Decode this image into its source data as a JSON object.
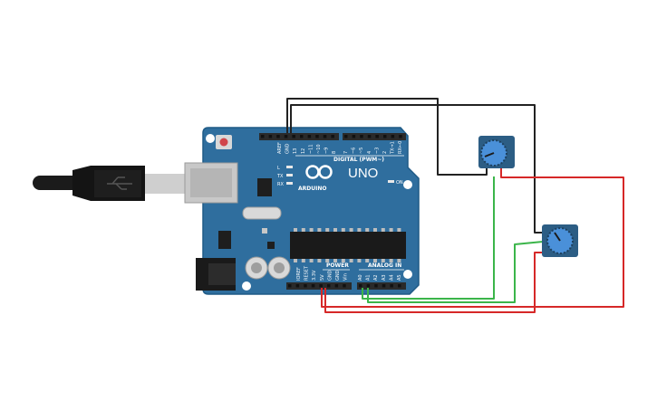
{
  "board": {
    "brand": "ARDUINO",
    "model": "UNO",
    "digital_header_label": "DIGITAL (PWM~)",
    "power_header_label": "POWER",
    "analog_header_label": "ANALOG IN",
    "on_led_label": "ON",
    "led_labels": [
      "L",
      "TX",
      "RX"
    ],
    "digital_pins_top": [
      "AREF",
      "GND",
      "13",
      "12",
      "~11",
      "~10",
      "~9",
      "8"
    ],
    "digital_pins_bottom": [
      "7",
      "~6",
      "~5",
      "4",
      "~3",
      "2",
      "TX→1",
      "RX←0"
    ],
    "power_pins": [
      "IOREF",
      "RESET",
      "3.3V",
      "5V",
      "GND",
      "GND",
      "Vin"
    ],
    "analog_pins": [
      "A0",
      "A1",
      "A2",
      "A3",
      "A4",
      "A5"
    ]
  },
  "components": {
    "usb_cable": "usb-b-cable",
    "potentiometers": [
      "potentiometer-1",
      "potentiometer-2"
    ]
  },
  "colors": {
    "board": "#2f6e9e",
    "board_edge": "#1f5a86",
    "header": "#2a2a2a",
    "wire_ground": "#222222",
    "wire_power": "#d62828",
    "wire_signal": "#3bb54a",
    "pot_body": "#2c5d84",
    "pot_knob": "#4a90d9"
  }
}
